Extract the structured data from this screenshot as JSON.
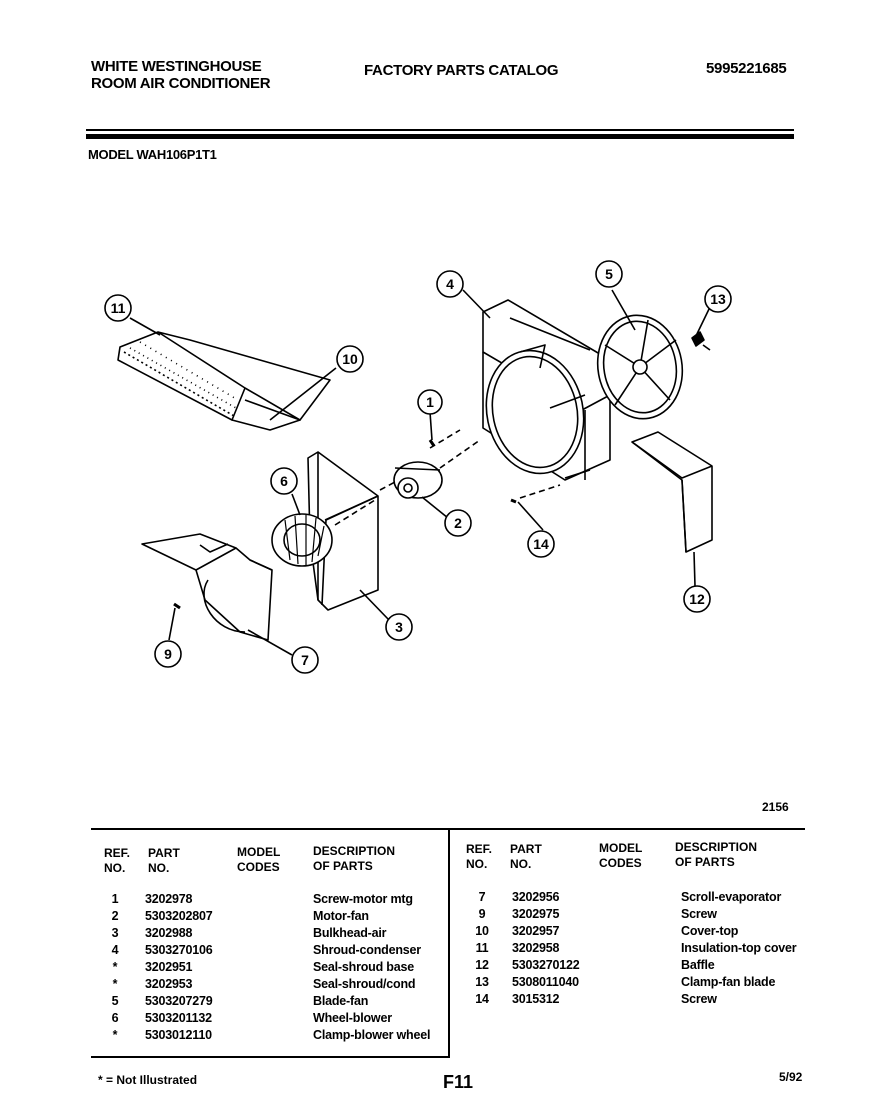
{
  "header": {
    "brand_line1": "WHITE WESTINGHOUSE",
    "brand_line2": "ROOM AIR CONDITIONER",
    "catalog_title": "FACTORY PARTS CATALOG",
    "catalog_number": "5995221685",
    "model_label": "MODEL WAH106P1T1"
  },
  "diagram": {
    "figure_number": "2156",
    "callouts": [
      "1",
      "2",
      "3",
      "4",
      "5",
      "6",
      "7",
      "9",
      "10",
      "11",
      "12",
      "13",
      "14"
    ]
  },
  "table": {
    "left_headers": {
      "ref": "REF.\nNO.",
      "part": "PART\nNO.",
      "codes": "MODEL\nCODES",
      "desc": "DESCRIPTION\nOF PARTS"
    },
    "right_headers": {
      "ref": "REF.\nNO.",
      "part": "PART\nNO.",
      "codes": "MODEL\nCODES",
      "desc": "DESCRIPTION\nOF PARTS"
    },
    "left_rows": [
      {
        "ref": "1",
        "part": "3202978",
        "desc": "Screw-motor mtg"
      },
      {
        "ref": "2",
        "part": "5303202807",
        "desc": "Motor-fan"
      },
      {
        "ref": "3",
        "part": "3202988",
        "desc": "Bulkhead-air"
      },
      {
        "ref": "4",
        "part": "5303270106",
        "desc": "Shroud-condenser"
      },
      {
        "ref": "*",
        "part": "3202951",
        "desc": "Seal-shroud base"
      },
      {
        "ref": "*",
        "part": "3202953",
        "desc": "Seal-shroud/cond"
      },
      {
        "ref": "5",
        "part": "5303207279",
        "desc": "Blade-fan"
      },
      {
        "ref": "6",
        "part": "5303201132",
        "desc": "Wheel-blower"
      },
      {
        "ref": "*",
        "part": "5303012110",
        "desc": "Clamp-blower wheel"
      }
    ],
    "right_rows": [
      {
        "ref": "7",
        "part": "3202956",
        "desc": "Scroll-evaporator"
      },
      {
        "ref": "9",
        "part": "3202975",
        "desc": "Screw"
      },
      {
        "ref": "10",
        "part": "3202957",
        "desc": "Cover-top"
      },
      {
        "ref": "11",
        "part": "3202958",
        "desc": "Insulation-top cover"
      },
      {
        "ref": "12",
        "part": "5303270122",
        "desc": "Baffle"
      },
      {
        "ref": "13",
        "part": "5308011040",
        "desc": "Clamp-fan blade"
      },
      {
        "ref": "14",
        "part": "3015312",
        "desc": "Screw"
      }
    ]
  },
  "footer": {
    "note": "* = Not Illustrated",
    "page": "F11",
    "date": "5/92"
  }
}
